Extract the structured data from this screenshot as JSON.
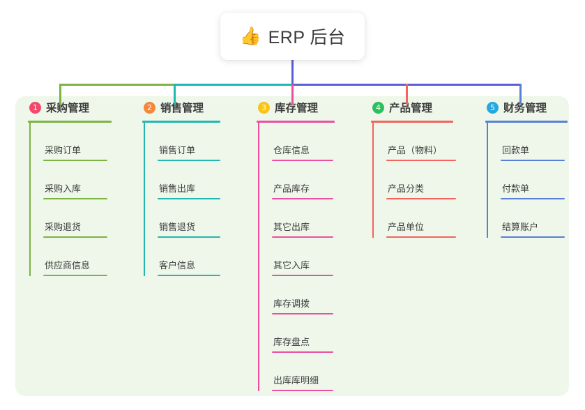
{
  "root": {
    "icon": "thumbs-up-icon",
    "icon_glyph": "👍",
    "title": "ERP 后台"
  },
  "palette": {
    "board_bg": "#EEF7EA",
    "page_bg": "#FFFFFF",
    "root_stem": "#5A5FD6",
    "trunk_right": "#5A5FD6",
    "text": "#3C3C3C"
  },
  "columns": [
    {
      "number": "1",
      "label": "采购管理",
      "badge_color": "#F2496B",
      "line_color": "#7CB342",
      "items": [
        {
          "label": "采购订单"
        },
        {
          "label": "采购入库"
        },
        {
          "label": "采购退货"
        },
        {
          "label": "供应商信息"
        }
      ]
    },
    {
      "number": "2",
      "label": "销售管理",
      "badge_color": "#F2883C",
      "line_color": "#20B8B0",
      "items": [
        {
          "label": "销售订单"
        },
        {
          "label": "销售出库"
        },
        {
          "label": "销售退货"
        },
        {
          "label": "客户信息"
        }
      ]
    },
    {
      "number": "3",
      "label": "库存管理",
      "badge_color": "#F7C417",
      "line_color": "#EC4FA0",
      "items": [
        {
          "label": "仓库信息"
        },
        {
          "label": "产品库存"
        },
        {
          "label": "其它出库"
        },
        {
          "label": "其它入库"
        },
        {
          "label": "库存调拨"
        },
        {
          "label": "库存盘点"
        },
        {
          "label": "出库库明细"
        }
      ]
    },
    {
      "number": "4",
      "label": "产品管理",
      "badge_color": "#2FBF5E",
      "line_color": "#F4635E",
      "items": [
        {
          "label": "产品（物料）"
        },
        {
          "label": "产品分类"
        },
        {
          "label": "产品单位"
        }
      ]
    },
    {
      "number": "5",
      "label": "财务管理",
      "badge_color": "#25A8E0",
      "line_color": "#5A7FD6",
      "items": [
        {
          "label": "回款单"
        },
        {
          "label": "付款单"
        },
        {
          "label": "结算账户"
        }
      ]
    }
  ]
}
